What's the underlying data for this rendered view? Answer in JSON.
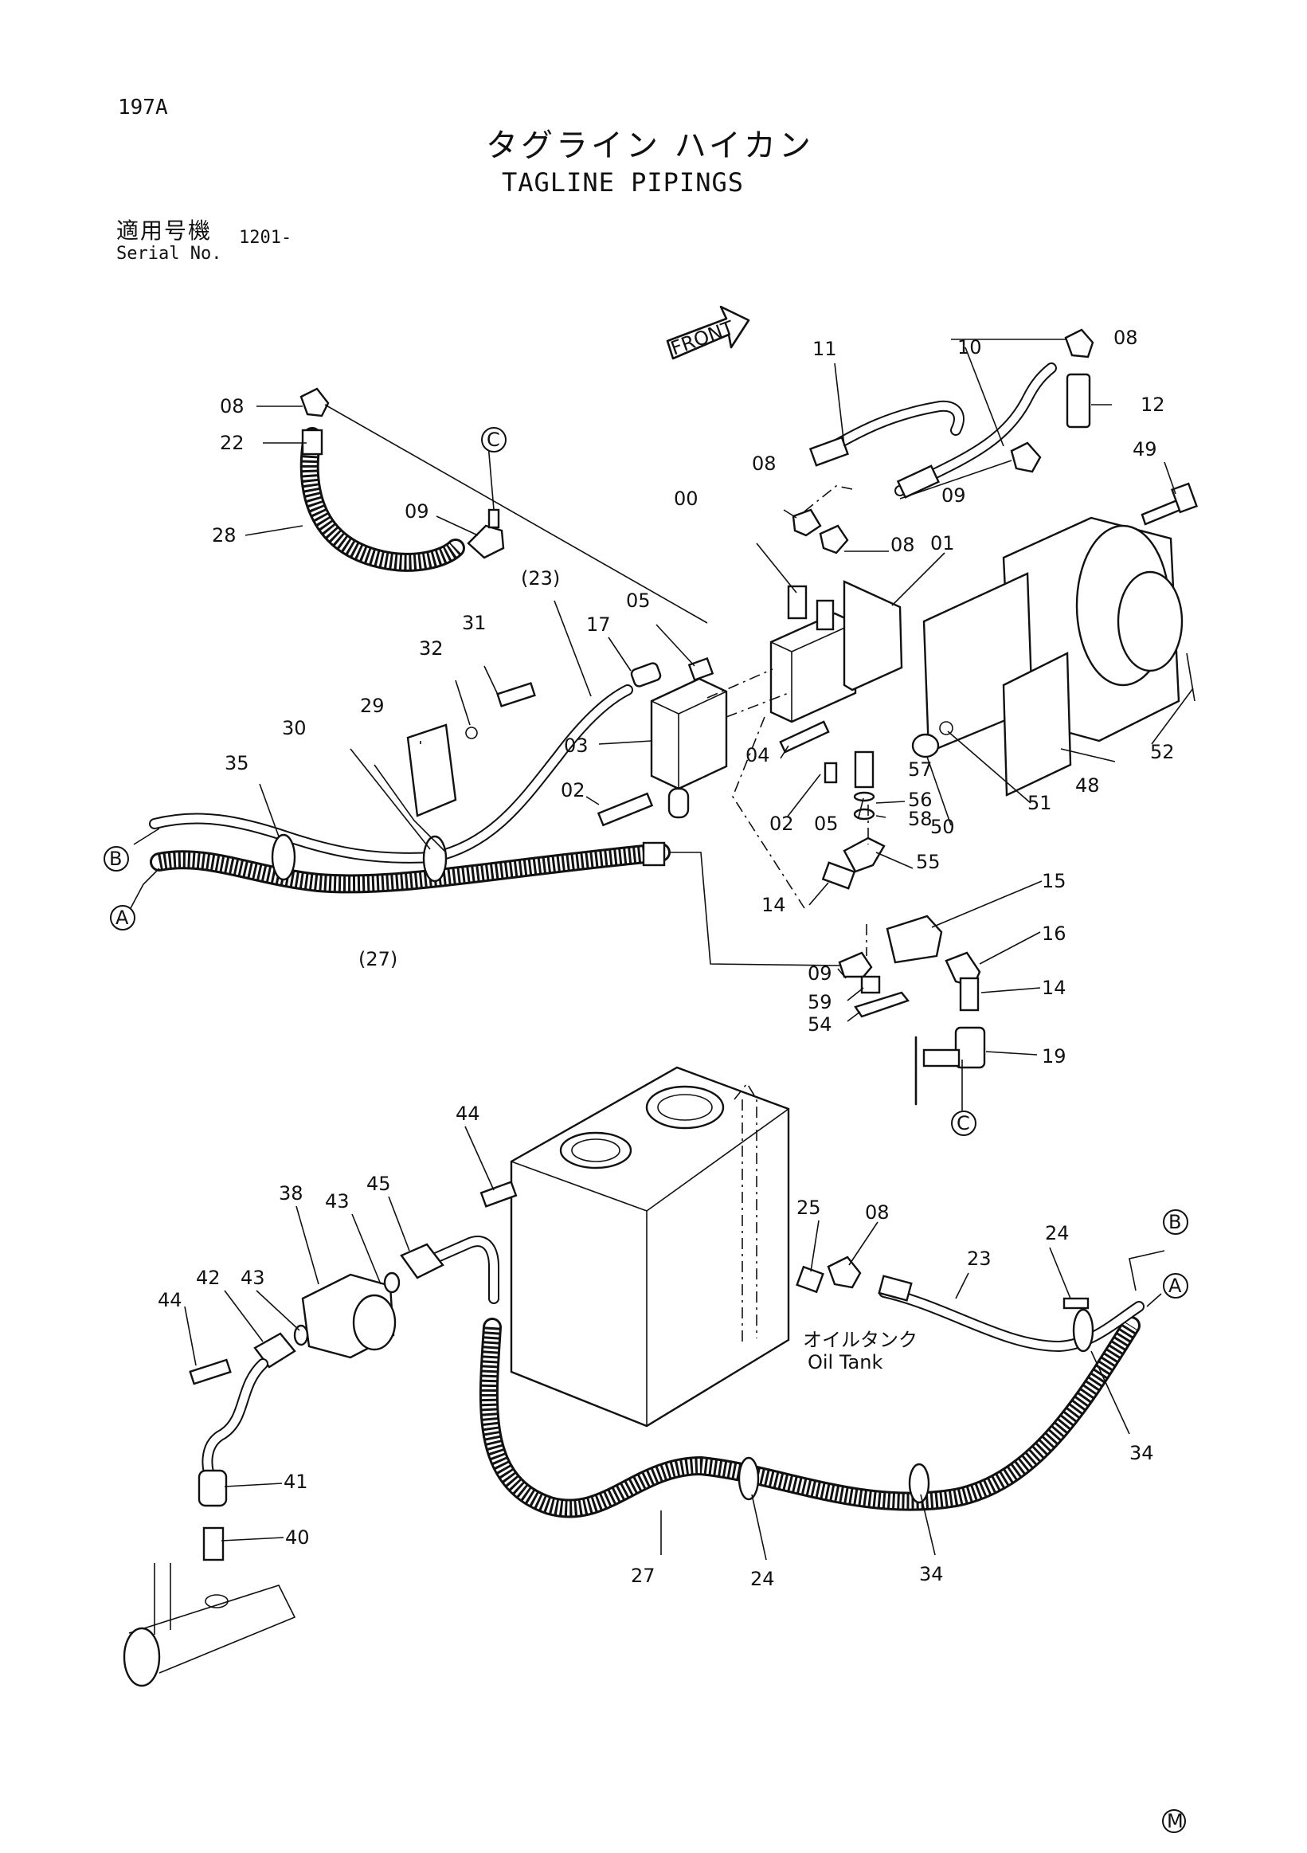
{
  "page": {
    "id": "197A",
    "title_jp": "タグライン ハイカン",
    "title_en": "TAGLINE PIPINGS",
    "serial_label_jp": "適用号機",
    "serial_label_en": "Serial No.",
    "serial_value": "1201-",
    "front_label": "FRONT",
    "oil_tank_jp": "オイルタンク",
    "oil_tank_en": "Oil Tank",
    "footer_mark": "M"
  },
  "parts": [
    "08",
    "08",
    "08",
    "08",
    "22",
    "28",
    "09",
    "09",
    "09",
    "11",
    "10",
    "12",
    "49",
    "00",
    "01",
    "05",
    "05",
    "17",
    "(23)",
    "31",
    "32",
    "29",
    "30",
    "35",
    "03",
    "04",
    "02",
    "02",
    "57",
    "56",
    "58",
    "55",
    "14",
    "14",
    "15",
    "16",
    "(27)",
    "59",
    "54",
    "19",
    "48",
    "50",
    "51",
    "52",
    "44",
    "44",
    "45",
    "43",
    "43",
    "38",
    "42",
    "41",
    "40",
    "25",
    "23",
    "24",
    "24",
    "34",
    "34",
    "27"
  ],
  "callouts": [
    "C",
    "C",
    "B",
    "A",
    "B",
    "A"
  ]
}
